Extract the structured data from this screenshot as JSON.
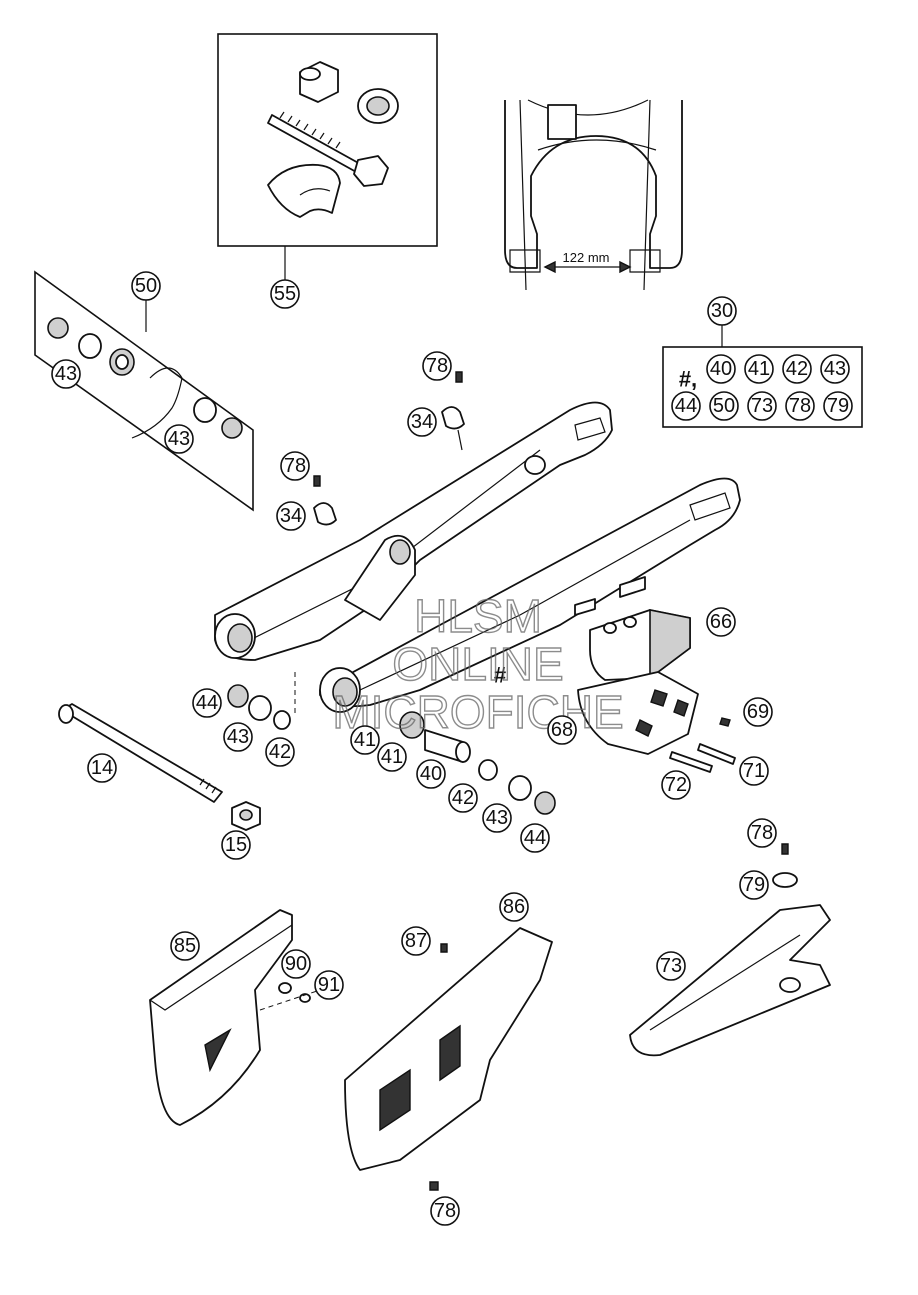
{
  "diagram": {
    "dimension_label": "122 mm",
    "hash_mark": "#",
    "kit_label_prefix": "#,",
    "watermark": [
      "HLSM",
      "ONLINE",
      "MICROFICHE"
    ],
    "kit_30_contents": [
      "40",
      "41",
      "42",
      "43",
      "44",
      "50",
      "73",
      "78",
      "79"
    ],
    "callouts": {
      "c55": "55",
      "c50": "50",
      "c43a": "43",
      "c43b": "43",
      "c78a": "78",
      "c34a": "34",
      "c78b": "78",
      "c34b": "34",
      "c30": "30",
      "c66": "66",
      "c44a": "44",
      "c43c": "43",
      "c42a": "42",
      "c14": "14",
      "c15": "15",
      "c41a": "41",
      "c41b": "41",
      "c40": "40",
      "c42b": "42",
      "c43d": "43",
      "c44b": "44",
      "c68": "68",
      "c69": "69",
      "c71": "71",
      "c72": "72",
      "c78c": "78",
      "c79": "79",
      "c73": "73",
      "c85": "85",
      "c90": "90",
      "c91": "91",
      "c86": "86",
      "c87": "87",
      "c78d": "78"
    }
  }
}
